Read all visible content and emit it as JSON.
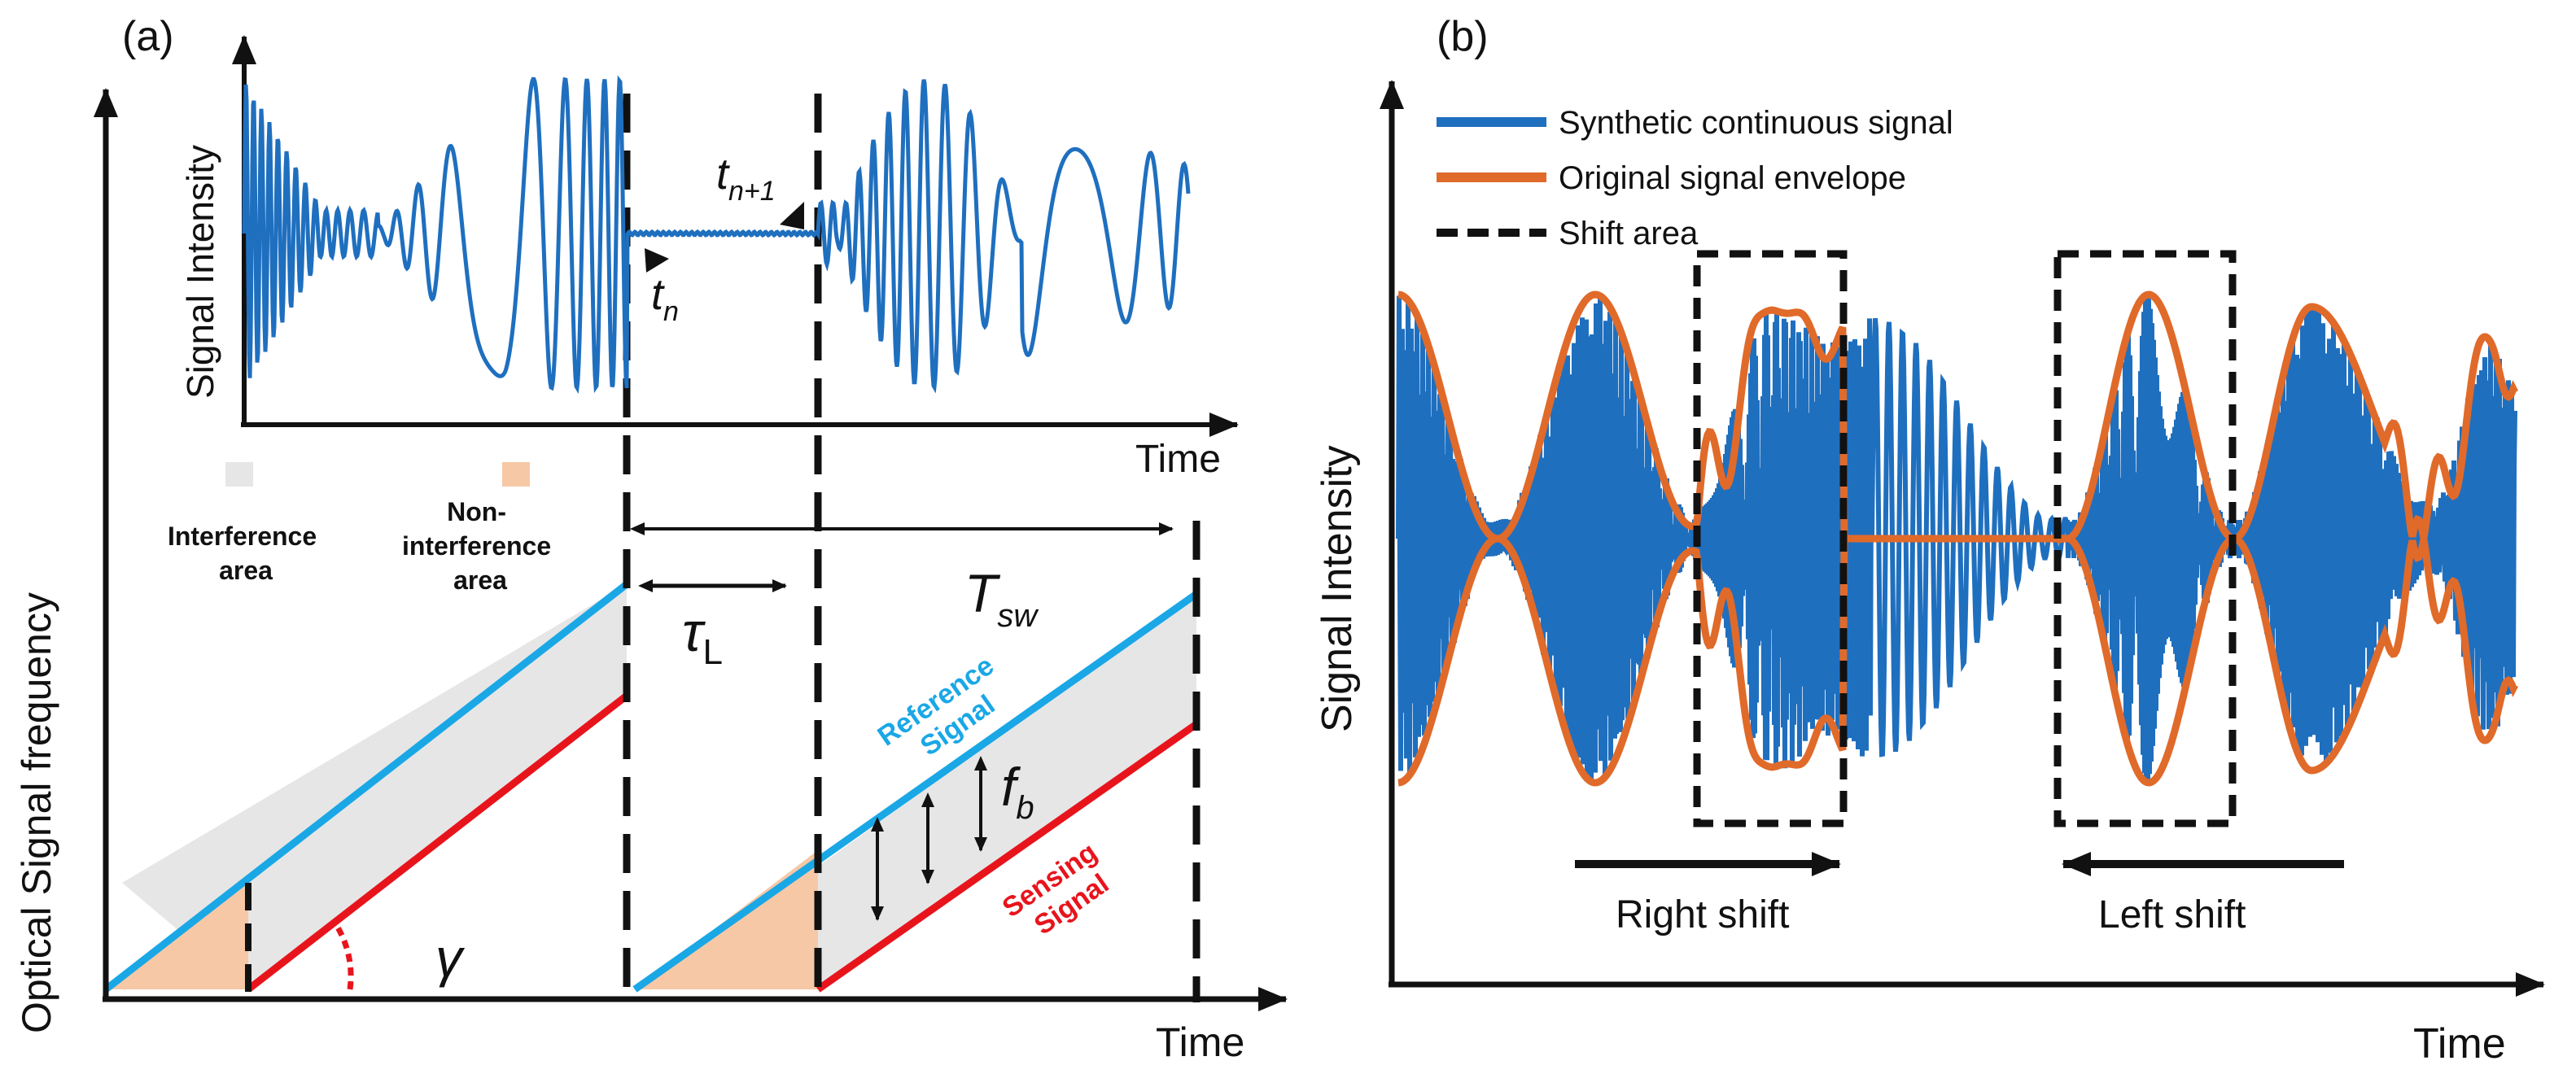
{
  "panel_a": {
    "tag": "(a)",
    "y_axis_label": "Optical Signal frequency",
    "x_axis_label": "Time",
    "inset": {
      "y_axis_label": "Signal Intensity",
      "x_axis_label": "Time",
      "t_n": "t",
      "t_n_sub": "n",
      "t_n1": "t",
      "t_n1_sub": "n+1"
    },
    "legend": {
      "interference": "Interference area",
      "interference_l1": "Interference",
      "interference_l2": "area",
      "non_interference_l1": "Non-",
      "non_interference_l2": "interference",
      "non_interference_l3": "area"
    },
    "tau": "τ",
    "tau_sub": "L",
    "tsw": "T",
    "tsw_sub": "sw",
    "fb": "f",
    "fb_sub": "b",
    "gamma": "γ",
    "reference_l1": "Reference",
    "reference_l2": "Signal",
    "sensing_l1": "Sensing",
    "sensing_l2": "Signal"
  },
  "panel_b": {
    "tag": "(b)",
    "y_axis_label": "Signal Intensity",
    "x_axis_label": "Time",
    "legend": [
      {
        "label": "Synthetic continuous signal",
        "color": "#1f6fbf"
      },
      {
        "label": "Original signal envelope",
        "color": "#e06a2a"
      },
      {
        "label": "Shift area",
        "color": "#111111"
      }
    ],
    "right_shift": "Right shift",
    "left_shift": "Left shift"
  },
  "colors": {
    "signal_blue": "#1f6fbf",
    "envelope_orange": "#e06a2a",
    "reference_cyan": "#1aa7e6",
    "sensing_red": "#e8141c",
    "interference_gray": "#e6e6e6",
    "non_interference_peach": "#f6c8a6"
  }
}
